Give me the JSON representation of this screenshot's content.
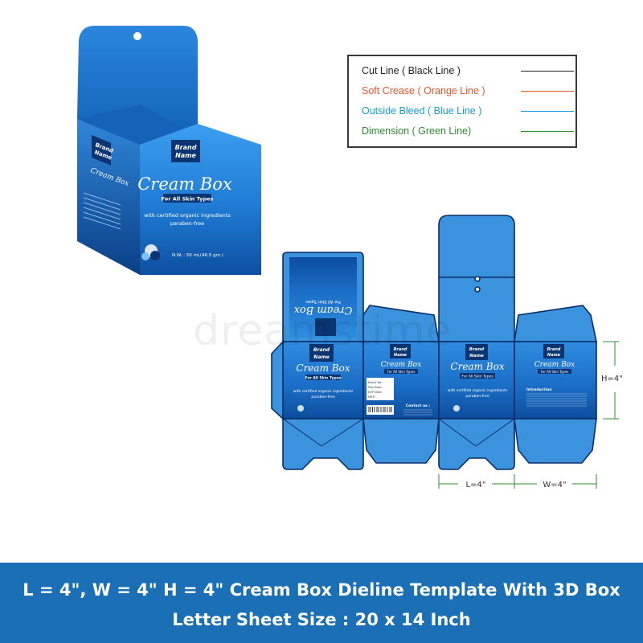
{
  "legend": {
    "items": [
      {
        "label": "Cut Line ( Black Line )",
        "color": "#222222"
      },
      {
        "label": "Soft Crease ( Orange Line )",
        "color": "#e8542a"
      },
      {
        "label": "Outside Bleed ( Blue Line )",
        "color": "#1a9ad6"
      },
      {
        "label": "Dimension ( Green Line)",
        "color": "#2e8b2e"
      }
    ]
  },
  "box3d": {
    "brand": "Brand Name",
    "brand_line1": "Brand",
    "brand_line2": "Name",
    "product": "Cream Box",
    "tagline": "For All Skin Types",
    "desc_line1": "with certified organic ingredients",
    "desc_line2": "paraben-free",
    "netwt": "N.W. : 50 mL(46.5 gm.)"
  },
  "dieline": {
    "front_product": "Cream Box",
    "front_tagline": "For All Skin Types",
    "front_desc1": "with certified organic ingredients",
    "front_desc2": "paraben-free",
    "side_product": "Cream Box",
    "side_tagline": "For All Skin Types",
    "batch_label": "Batch No.:",
    "mfg_label": "Mfg Date:",
    "exp_label": "EXP Date:",
    "mrp_label": "MRP:",
    "contact_label": "Contact us :",
    "intro_label": "Introduction",
    "dim_h": "H=4\"",
    "dim_l": "L=4\"",
    "dim_w": "W=4\""
  },
  "watermark": "dreamstime",
  "banner": {
    "line1": "L = 4\", W = 4\" H = 4\" Cream Box Dieline Template With 3D Box",
    "line2": "Letter Sheet Size : 20 x 14 Inch"
  },
  "colors": {
    "box_dark": "#0d4fa0",
    "box_mid": "#1e7fd6",
    "box_light": "#4aa8ee",
    "dieline_fill": "#3a93dc",
    "outline": "#0a2e6b",
    "banner": "#1a6fb5"
  }
}
